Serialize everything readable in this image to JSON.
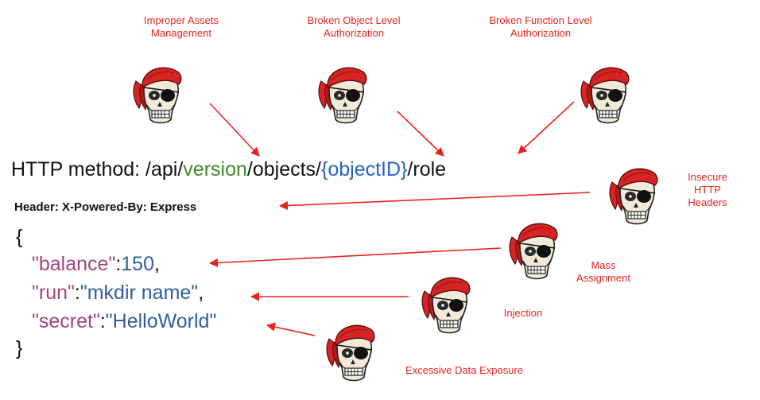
{
  "labels": {
    "improper_assets": "Improper Assets\nManagement",
    "bola": "Broken Object Level\nAuthorization",
    "bfla": "Broken Function Level\nAuthorization",
    "insecure_headers": "Insecure\nHTTP\nHeaders",
    "mass_assignment": "Mass\nAssignment",
    "injection": "Injection",
    "excessive_data": "Excessive Data Exposure"
  },
  "request": {
    "method_prefix": "HTTP method: /api/",
    "version": "version",
    "objects": "/objects/",
    "object_id": "{objectID}",
    "role": "/role",
    "header": "Header: X-Powered-By: Express"
  },
  "body": {
    "open_brace": "{",
    "close_brace": "}",
    "balance_key": "\"balance\"",
    "balance_sep": ":",
    "balance_value": "150",
    "balance_comma": ",",
    "run_key": "\"run\"",
    "run_sep": ":",
    "run_value": "\"mkdir name\"",
    "run_comma": ",",
    "secret_key": "\"secret\"",
    "secret_sep": ":",
    "secret_value": "\"HelloWorld\""
  },
  "colors": {
    "label_red": "#e8231f",
    "arrow_red": "#e8231f",
    "url_green": "#3f8a2a",
    "url_blue": "#2a62c4",
    "json_key": "#a0487a",
    "json_value": "#2e5f9e"
  },
  "icons": [
    "pirate-skull-icon"
  ]
}
